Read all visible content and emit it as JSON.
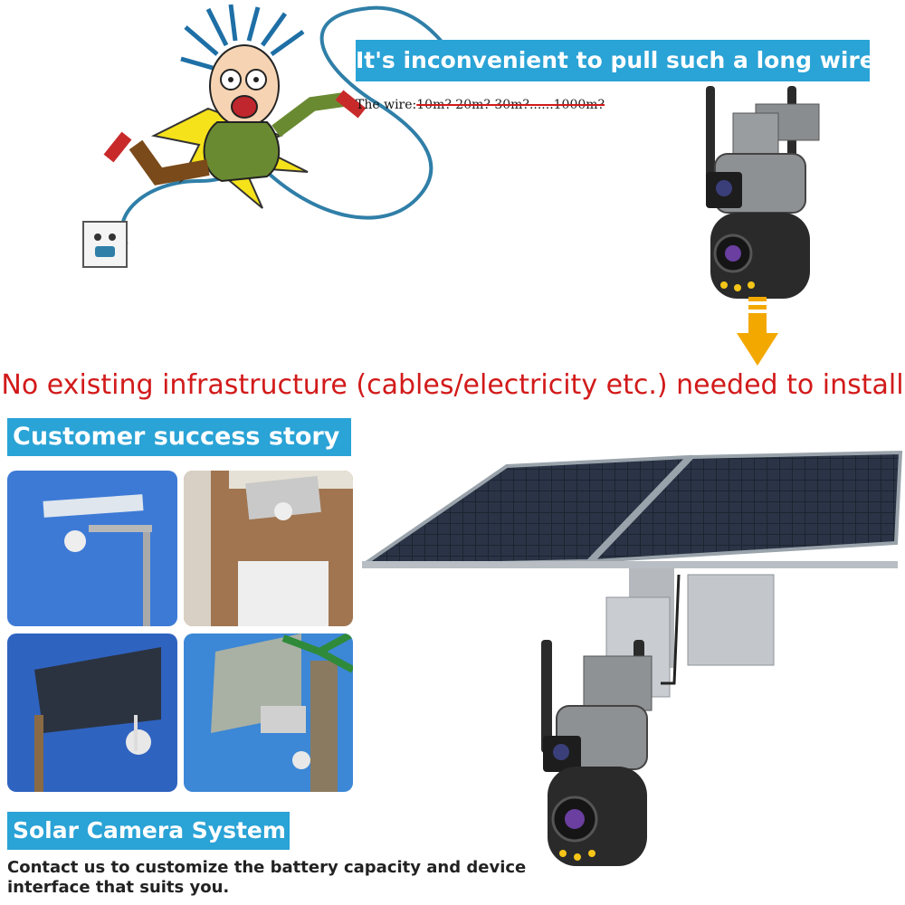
{
  "banner_top": "It's inconvenient to pull such a long wire.",
  "wire_note": {
    "prefix": "The wire:",
    "struck": "10m? 20m? 30m?......1000m?"
  },
  "headline": "No existing infrastructure (cables/electricity etc.) needed to install",
  "story_title": "Customer success story",
  "solar_title": "Solar Camera System",
  "contact_text": "Contact us to customize the battery capacity and device interface that suits you.",
  "colors": {
    "banner": "#2aa3d6",
    "headline": "#d21a1a",
    "arrow": "#f3a800"
  },
  "icons": [
    "electrocuted-man-cartoon",
    "ptz-camera",
    "down-arrow-icon",
    "solar-panel",
    "power-outlet"
  ]
}
